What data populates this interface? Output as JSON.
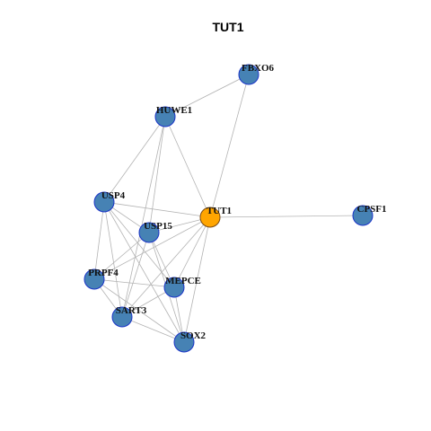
{
  "title": "TUT1",
  "colors": {
    "node_fill": "#4682B4",
    "node_stroke": "#1A34C8",
    "center_fill": "#FFA500",
    "center_stroke": "#7A4A14",
    "edge": "#B3B3B3"
  },
  "nodes": [
    {
      "id": "TUT1",
      "label": "TUT1",
      "center": true
    },
    {
      "id": "FBXO6",
      "label": "FBXO6",
      "center": false
    },
    {
      "id": "HUWE1",
      "label": "HUWE1",
      "center": false
    },
    {
      "id": "USP4",
      "label": "USP4",
      "center": false
    },
    {
      "id": "USP15",
      "label": "USP15",
      "center": false
    },
    {
      "id": "CPSF1",
      "label": "CPSF1",
      "center": false
    },
    {
      "id": "PRPF4",
      "label": "PRPF4",
      "center": false
    },
    {
      "id": "MEPCE",
      "label": "MEPCE",
      "center": false
    },
    {
      "id": "SART3",
      "label": "SART3",
      "center": false
    },
    {
      "id": "SOX2",
      "label": "SOX2",
      "center": false
    }
  ],
  "edges": [
    [
      "FBXO6",
      "HUWE1"
    ],
    [
      "FBXO6",
      "TUT1"
    ],
    [
      "HUWE1",
      "USP4"
    ],
    [
      "HUWE1",
      "TUT1"
    ],
    [
      "HUWE1",
      "USP15"
    ],
    [
      "HUWE1",
      "SART3"
    ],
    [
      "TUT1",
      "CPSF1"
    ],
    [
      "TUT1",
      "USP4"
    ],
    [
      "TUT1",
      "USP15"
    ],
    [
      "TUT1",
      "PRPF4"
    ],
    [
      "TUT1",
      "MEPCE"
    ],
    [
      "TUT1",
      "SART3"
    ],
    [
      "TUT1",
      "SOX2"
    ],
    [
      "USP4",
      "USP15"
    ],
    [
      "USP4",
      "PRPF4"
    ],
    [
      "USP4",
      "SART3"
    ],
    [
      "USP4",
      "MEPCE"
    ],
    [
      "USP4",
      "SOX2"
    ],
    [
      "USP15",
      "PRPF4"
    ],
    [
      "USP15",
      "MEPCE"
    ],
    [
      "USP15",
      "SART3"
    ],
    [
      "USP15",
      "SOX2"
    ],
    [
      "PRPF4",
      "MEPCE"
    ],
    [
      "PRPF4",
      "SART3"
    ],
    [
      "PRPF4",
      "SOX2"
    ],
    [
      "MEPCE",
      "SART3"
    ],
    [
      "MEPCE",
      "SOX2"
    ],
    [
      "SART3",
      "SOX2"
    ]
  ]
}
